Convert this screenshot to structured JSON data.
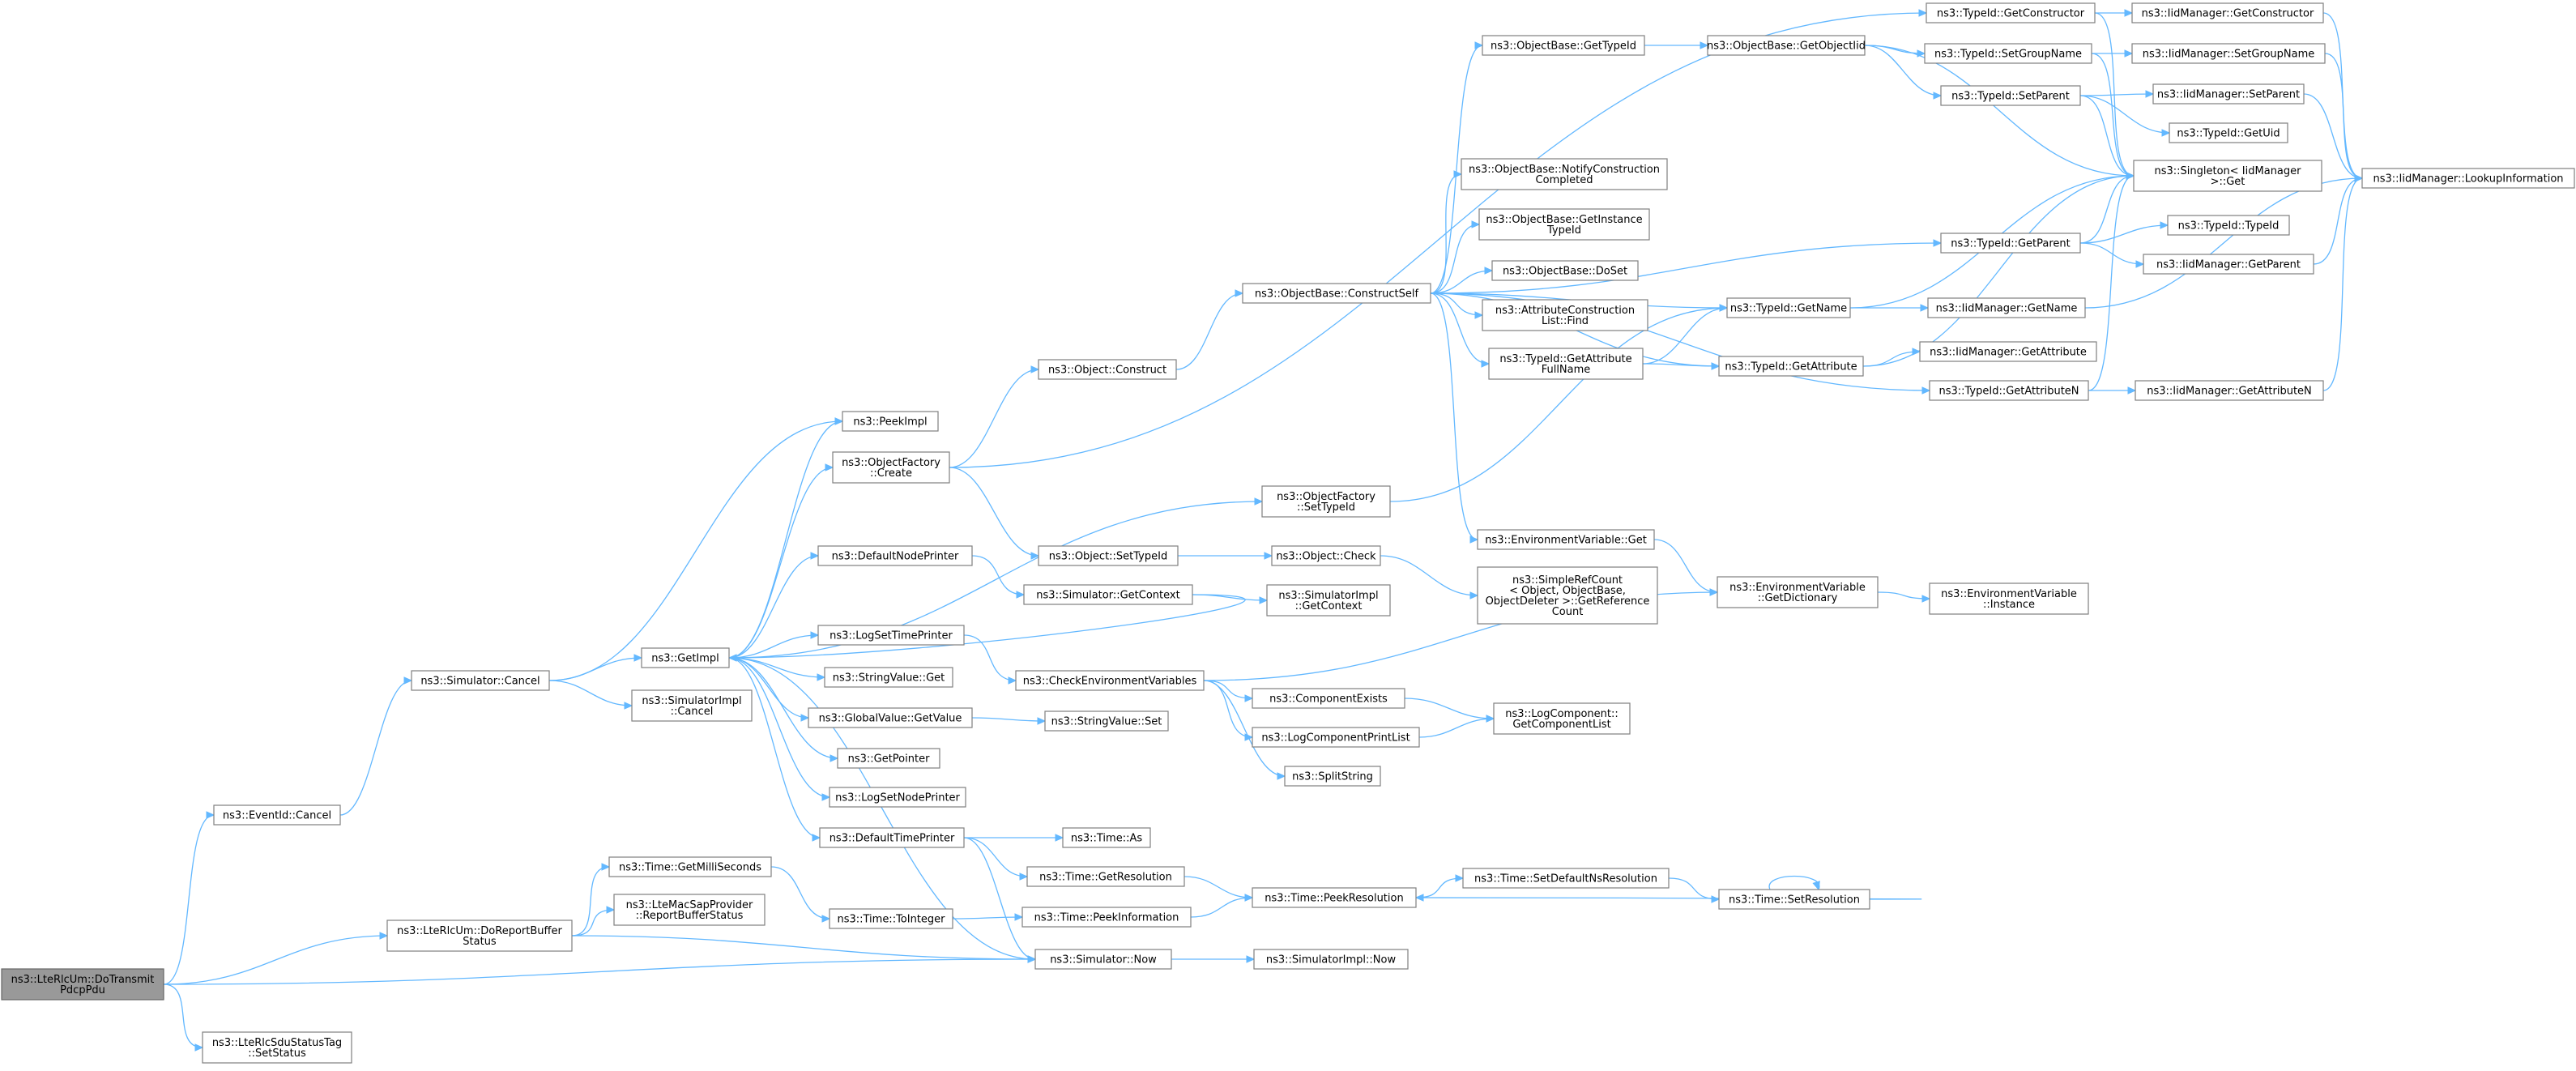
{
  "colors": {
    "edge": "#63b8ff",
    "node_border": "#7f7f7f",
    "node_fill": "#ffffff",
    "root_fill": "#999999",
    "background": "#ffffff"
  },
  "nodes": [
    {
      "id": "n0",
      "lines": [
        "ns3::LteRlcUm::DoTransmit",
        "PdcpPdu"
      ],
      "root": true
    },
    {
      "id": "n1",
      "lines": [
        "ns3::EventId::Cancel"
      ]
    },
    {
      "id": "n2",
      "lines": [
        "ns3::LteRlcUm::DoReportBuffer",
        "Status"
      ]
    },
    {
      "id": "n3",
      "lines": [
        "ns3::Simulator::Now"
      ]
    },
    {
      "id": "n4",
      "lines": [
        "ns3::LteRlcSduStatusTag",
        "::SetStatus"
      ]
    },
    {
      "id": "n5",
      "lines": [
        "ns3::Simulator::Cancel"
      ]
    },
    {
      "id": "n6",
      "lines": [
        "ns3::GetImpl"
      ]
    },
    {
      "id": "n7",
      "lines": [
        "ns3::PeekImpl"
      ]
    },
    {
      "id": "n8",
      "lines": [
        "ns3::SimulatorImpl",
        "::Cancel"
      ]
    },
    {
      "id": "n9",
      "lines": [
        "ns3::ObjectFactory",
        "::Create"
      ]
    },
    {
      "id": "n10",
      "lines": [
        "ns3::DefaultNodePrinter"
      ]
    },
    {
      "id": "n11",
      "lines": [
        "ns3::LogSetTimePrinter"
      ]
    },
    {
      "id": "n12",
      "lines": [
        "ns3::StringValue::Get"
      ]
    },
    {
      "id": "n13",
      "lines": [
        "ns3::GlobalValue::GetValue"
      ]
    },
    {
      "id": "n14",
      "lines": [
        "ns3::GetPointer"
      ]
    },
    {
      "id": "n15",
      "lines": [
        "ns3::LogSetNodePrinter"
      ]
    },
    {
      "id": "n16",
      "lines": [
        "ns3::DefaultTimePrinter"
      ]
    },
    {
      "id": "n17",
      "lines": [
        "ns3::Time::GetMilliSeconds"
      ]
    },
    {
      "id": "n18",
      "lines": [
        "ns3::LteMacSapProvider",
        "::ReportBufferStatus"
      ]
    },
    {
      "id": "n19",
      "lines": [
        "ns3::Time::ToInteger"
      ]
    },
    {
      "id": "n20",
      "lines": [
        "ns3::Object::Construct"
      ]
    },
    {
      "id": "n21",
      "lines": [
        "ns3::Object::SetTypeId"
      ]
    },
    {
      "id": "n22",
      "lines": [
        "ns3::Simulator::GetContext"
      ]
    },
    {
      "id": "n23",
      "lines": [
        "ns3::CheckEnvironmentVariables"
      ]
    },
    {
      "id": "n24",
      "lines": [
        "ns3::StringValue::Set"
      ]
    },
    {
      "id": "n25",
      "lines": [
        "ns3::Time::As"
      ]
    },
    {
      "id": "n26",
      "lines": [
        "ns3::Time::GetResolution"
      ]
    },
    {
      "id": "n27",
      "lines": [
        "ns3::Time::PeekInformation"
      ]
    },
    {
      "id": "n28",
      "lines": [
        "ns3::ObjectBase::ConstructSelf"
      ]
    },
    {
      "id": "n29",
      "lines": [
        "ns3::ObjectFactory",
        "::SetTypeId"
      ]
    },
    {
      "id": "n30",
      "lines": [
        "ns3::Object::Check"
      ]
    },
    {
      "id": "n31",
      "lines": [
        "ns3::SimulatorImpl",
        "::GetContext"
      ]
    },
    {
      "id": "n32",
      "lines": [
        "ns3::ComponentExists"
      ]
    },
    {
      "id": "n33",
      "lines": [
        "ns3::LogComponentPrintList"
      ]
    },
    {
      "id": "n34",
      "lines": [
        "ns3::SplitString"
      ]
    },
    {
      "id": "n35",
      "lines": [
        "ns3::Time::PeekResolution"
      ]
    },
    {
      "id": "n36",
      "lines": [
        "ns3::SimulatorImpl::Now"
      ]
    },
    {
      "id": "n37",
      "lines": [
        "ns3::ObjectBase::GetTypeId"
      ]
    },
    {
      "id": "n38",
      "lines": [
        "ns3::ObjectBase::NotifyConstruction",
        "Completed"
      ]
    },
    {
      "id": "n39",
      "lines": [
        "ns3::ObjectBase::GetInstance",
        "TypeId"
      ]
    },
    {
      "id": "n40",
      "lines": [
        "ns3::ObjectBase::DoSet"
      ]
    },
    {
      "id": "n41",
      "lines": [
        "ns3::AttributeConstruction",
        "List::Find"
      ]
    },
    {
      "id": "n42",
      "lines": [
        "ns3::TypeId::GetAttribute",
        "FullName"
      ]
    },
    {
      "id": "n43",
      "lines": [
        "ns3::EnvironmentVariable::Get"
      ]
    },
    {
      "id": "n44",
      "lines": [
        "ns3::SimpleRefCount",
        "< Object, ObjectBase,",
        "ObjectDeleter >::GetReference",
        "Count"
      ]
    },
    {
      "id": "n45",
      "lines": [
        "ns3::LogComponent::",
        "GetComponentList"
      ]
    },
    {
      "id": "n46",
      "lines": [
        "ns3::Time::SetDefaultNsResolution"
      ]
    },
    {
      "id": "n47",
      "lines": [
        "ns3::ObjectBase::GetObjectIid"
      ]
    },
    {
      "id": "n48",
      "lines": [
        "ns3::TypeId::GetName"
      ]
    },
    {
      "id": "n49",
      "lines": [
        "ns3::TypeId::GetAttribute"
      ]
    },
    {
      "id": "n50",
      "lines": [
        "ns3::EnvironmentVariable",
        "::GetDictionary"
      ]
    },
    {
      "id": "n51",
      "lines": [
        "ns3::Time::SetResolution"
      ]
    },
    {
      "id": "n52",
      "lines": [
        "ns3::TypeId::GetConstructor"
      ]
    },
    {
      "id": "n53",
      "lines": [
        "ns3::TypeId::SetGroupName"
      ]
    },
    {
      "id": "n54",
      "lines": [
        "ns3::TypeId::SetParent"
      ]
    },
    {
      "id": "n55",
      "lines": [
        "ns3::TypeId::GetParent"
      ]
    },
    {
      "id": "n56",
      "lines": [
        "ns3::TypeId::GetAttributeN"
      ]
    },
    {
      "id": "n57",
      "lines": [
        "ns3::IidManager::GetName"
      ]
    },
    {
      "id": "n58",
      "lines": [
        "ns3::IidManager::GetAttribute"
      ]
    },
    {
      "id": "n59",
      "lines": [
        "ns3::EnvironmentVariable",
        "::Instance"
      ]
    },
    {
      "id": "n60",
      "lines": [
        "ns3::IidManager::GetConstructor"
      ]
    },
    {
      "id": "n61",
      "lines": [
        "ns3::IidManager::SetGroupName"
      ]
    },
    {
      "id": "n62",
      "lines": [
        "ns3::IidManager::SetParent"
      ]
    },
    {
      "id": "n63",
      "lines": [
        "ns3::TypeId::GetUid"
      ]
    },
    {
      "id": "n64",
      "lines": [
        "ns3::Singleton< IidManager",
        ">::Get"
      ]
    },
    {
      "id": "n65",
      "lines": [
        "ns3::TypeId::TypeId"
      ]
    },
    {
      "id": "n66",
      "lines": [
        "ns3::IidManager::GetParent"
      ]
    },
    {
      "id": "n67",
      "lines": [
        "ns3::IidManager::GetAttributeN"
      ]
    },
    {
      "id": "n68",
      "lines": [
        "ns3::IidManager::LookupInformation"
      ]
    }
  ]
}
